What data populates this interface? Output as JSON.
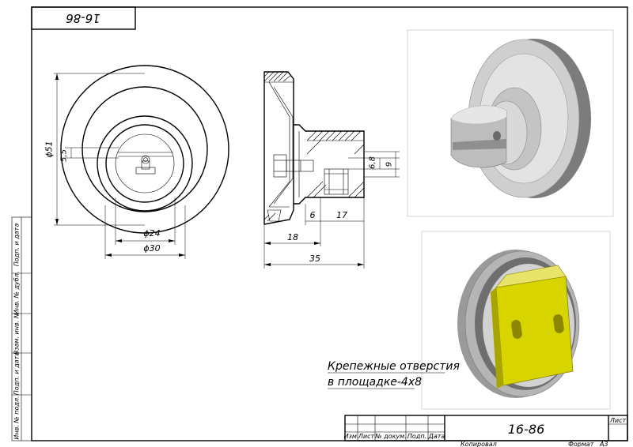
{
  "drawing": {
    "number": "16-86",
    "stamp_number": "16-86",
    "colors": {
      "ink": "#000000",
      "bracket": "#d8d400",
      "metal": "#b8b8b8"
    }
  },
  "dimensions": {
    "d51": "ϕ51",
    "d5_5": "5,5",
    "d24": "ϕ24",
    "d30": "ϕ30",
    "s6_8": "6,8",
    "s9": "9",
    "s6": "6",
    "s17": "17",
    "s18": "18",
    "s35": "35"
  },
  "note": {
    "line1": "Крепежные отверстия",
    "line2": "в площадке-4х8"
  },
  "side_strip": {
    "cells": [
      "Подп. и дата",
      "Инв. № дубл.",
      "Взам. инв. №",
      "Подп. и дата",
      "Инв. № подл."
    ]
  },
  "title_block": {
    "headers": [
      "Изм.",
      "Лист",
      "№ докум.",
      "Подп.",
      "Дата"
    ],
    "sheet_label": "Лист",
    "copied_label": "Копировал",
    "format_label": "Формат",
    "format_value": "А3"
  }
}
